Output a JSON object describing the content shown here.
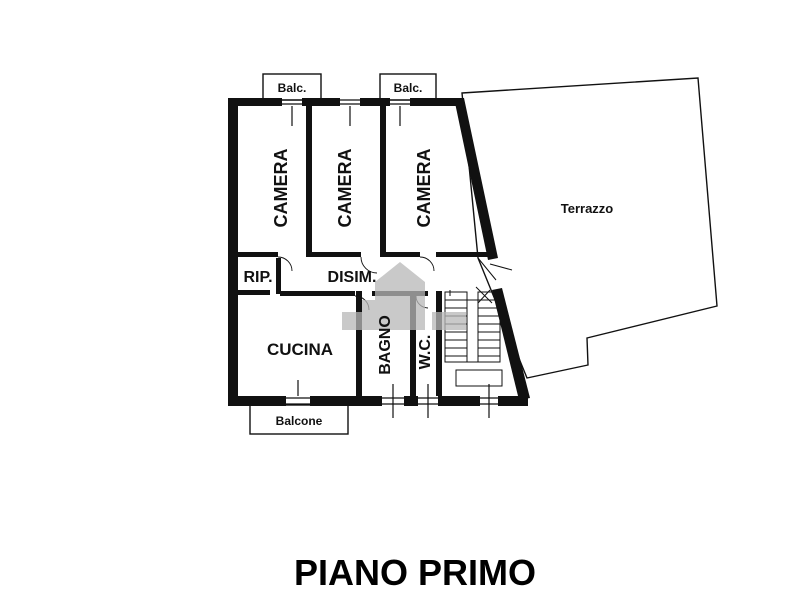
{
  "floor_title": "PIANO PRIMO",
  "rooms": {
    "camera_1": "CAMERA",
    "camera_2": "CAMERA",
    "camera_3": "CAMERA",
    "ripostiglio": "RIP.",
    "disimpegno": "DISIM.",
    "cucina": "CUCINA",
    "bagno": "BAGNO",
    "wc": "W.C.",
    "terrazzo": "Terrazzo"
  },
  "balconies": {
    "balc_left": "Balc.",
    "balc_right": "Balc.",
    "balcone": "Balcone"
  },
  "colors": {
    "wall": "#111111",
    "background": "#ffffff",
    "watermark": "#b8b8b8"
  }
}
